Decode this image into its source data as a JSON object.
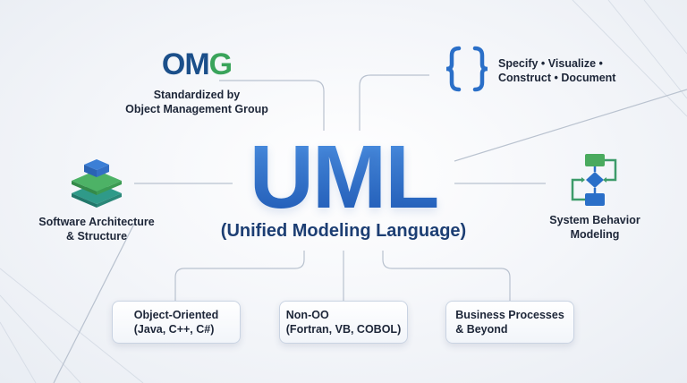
{
  "title": "UML",
  "subtitle": "(Unified Modeling Language)",
  "omg": {
    "logo_o": "OM",
    "logo_g": "G",
    "line1": "Standardized by",
    "line2": "Object Management Group"
  },
  "purpose": {
    "icon": "curly-braces-icon",
    "line1": "Specify • Visualize •",
    "line2": "Construct • Document"
  },
  "architecture": {
    "icon": "stacked-layers-icon",
    "line1": "Software Architecture",
    "line2": "& Structure"
  },
  "behavior": {
    "icon": "flowchart-icon",
    "line1": "System Behavior",
    "line2": "Modeling"
  },
  "boxes": [
    {
      "line1": "Object-Oriented",
      "line2": "(Java, C++, C#)"
    },
    {
      "line1": "Non-OO",
      "line2": "(Fortran, VB, COBOL)"
    },
    {
      "line1": "Business Processes",
      "line2": "& Beyond"
    }
  ],
  "colors": {
    "primary_blue": "#2c6dc7",
    "dark_navy": "#1c3e73",
    "accent_green": "#3aa45b"
  }
}
